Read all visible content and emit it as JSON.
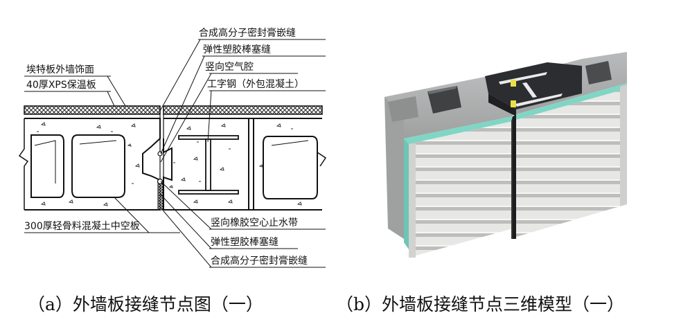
{
  "left_labels": {
    "facing": "埃特板外墙饰面",
    "insulation": "40厚XPS保温板",
    "hollow_panel": "300厚轻骨料混凝土中空板"
  },
  "right_labels": {
    "sealant_top": "合成高分子密封膏嵌缝",
    "backer_rod_top": "弹性塑胶棒塞缝",
    "air_cavity": "竖向空气腔",
    "i_beam": "工字钢（外包混凝土）",
    "waterstop": "竖向橡胶空心止水带",
    "backer_rod_bottom": "弹性塑胶棒塞缝",
    "sealant_bottom": "合成高分子密封膏嵌缝"
  },
  "captions": {
    "a": "（a）外墙板接缝节点图（一）",
    "b": "（b）外墙板接缝节点三维模型（一）"
  },
  "colors": {
    "concrete_gray": "#a9aaa9",
    "insulation_teal": "#7fd6c4",
    "facing_white": "#e8e8e6",
    "steel_dark": "#2b2d30",
    "seal_yellow": "#e9df4a"
  }
}
